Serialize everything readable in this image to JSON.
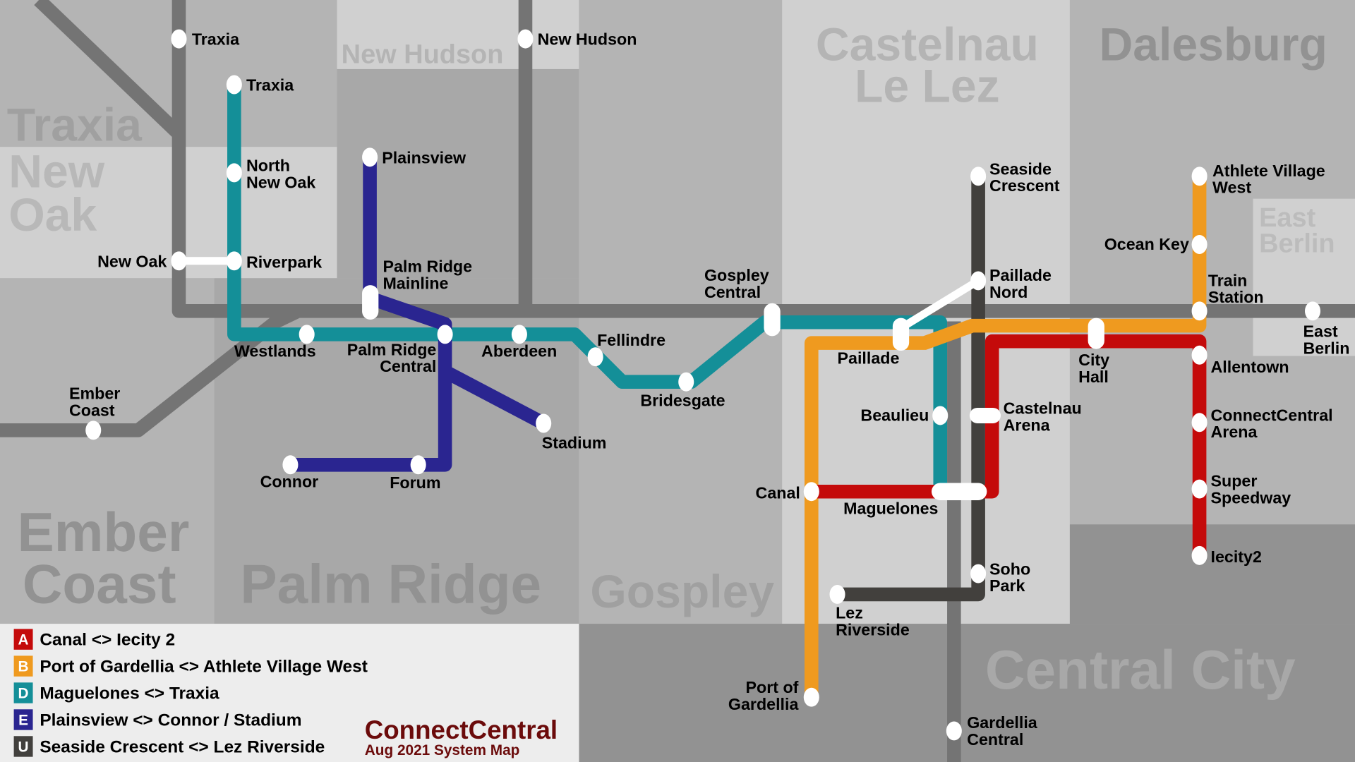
{
  "colors": {
    "line_a": "#c40a0a",
    "line_b": "#ef9a1f",
    "line_d": "#148f98",
    "line_e": "#2a2590",
    "line_u": "#42403d",
    "rail_gray": "#747474",
    "brand": "#6b0b0b"
  },
  "regions": {
    "traxia": "Traxia",
    "new_oak": [
      "New",
      "Oak"
    ],
    "new_hudson": "New Hudson",
    "castelnau": [
      "Castelnau",
      "Le Lez"
    ],
    "dalesburg": "Dalesburg",
    "east_berlin": [
      "East",
      "Berlin"
    ],
    "ember_coast": [
      "Ember",
      "Coast"
    ],
    "palm_ridge": "Palm Ridge",
    "gospley": "Gospley",
    "central_city": "Central City"
  },
  "stations": {
    "traxia_gray": [
      "Traxia"
    ],
    "new_hudson": [
      "New Hudson"
    ],
    "new_oak": [
      "New Oak"
    ],
    "ember_coast": [
      "Ember",
      "Coast"
    ],
    "east_berlin": [
      "East",
      "Berlin"
    ],
    "gardellia_central": [
      "Gardellia",
      "Central"
    ],
    "traxia": [
      "Traxia"
    ],
    "north_new_oak": [
      "North",
      "New Oak"
    ],
    "riverpark": [
      "Riverpark"
    ],
    "westlands": [
      "Westlands"
    ],
    "palm_ridge_central": [
      "Palm Ridge",
      "Central"
    ],
    "aberdeen": [
      "Aberdeen"
    ],
    "fellindre": [
      "Fellindre"
    ],
    "bridesgate": [
      "Bridesgate"
    ],
    "gospley_central": [
      "Gospley",
      "Central"
    ],
    "paillade": [
      "Paillade"
    ],
    "beaulieu": [
      "Beaulieu"
    ],
    "maguelones": [
      "Maguelones"
    ],
    "plainsview": [
      "Plainsview"
    ],
    "palm_ridge_mainline": [
      "Palm Ridge",
      "Mainline"
    ],
    "connor": [
      "Connor"
    ],
    "forum": [
      "Forum"
    ],
    "stadium": [
      "Stadium"
    ],
    "port_of_gardellia": [
      "Port of",
      "Gardellia"
    ],
    "canal": [
      "Canal"
    ],
    "city_hall": [
      "City",
      "Hall"
    ],
    "train_station": [
      "Train",
      "Station"
    ],
    "ocean_key": [
      "Ocean Key"
    ],
    "athlete_village_west": [
      "Athlete Village",
      "West"
    ],
    "allentown": [
      "Allentown"
    ],
    "connectcentral_arena": [
      "ConnectCentral",
      "Arena"
    ],
    "super_speedway": [
      "Super",
      "Speedway"
    ],
    "iecity2": [
      "Iecity2"
    ],
    "castelnau_arena": [
      "Castelnau",
      "Arena"
    ],
    "seaside_crescent": [
      "Seaside",
      "Crescent"
    ],
    "paillade_nord": [
      "Paillade",
      "Nord"
    ],
    "soho_park": [
      "Soho",
      "Park"
    ],
    "lez_riverside": [
      "Lez",
      "Riverside"
    ]
  },
  "legend": [
    {
      "letter": "A",
      "label": "Canal <> Iecity 2"
    },
    {
      "letter": "B",
      "label": "Port of Gardellia <> Athlete Village West"
    },
    {
      "letter": "D",
      "label": "Maguelones <> Traxia"
    },
    {
      "letter": "E",
      "label": "Plainsview <> Connor / Stadium"
    },
    {
      "letter": "U",
      "label": "Seaside Crescent <> Lez Riverside"
    }
  ],
  "brand": {
    "name": "ConnectCentral",
    "subtitle": "Aug 2021 System Map"
  }
}
